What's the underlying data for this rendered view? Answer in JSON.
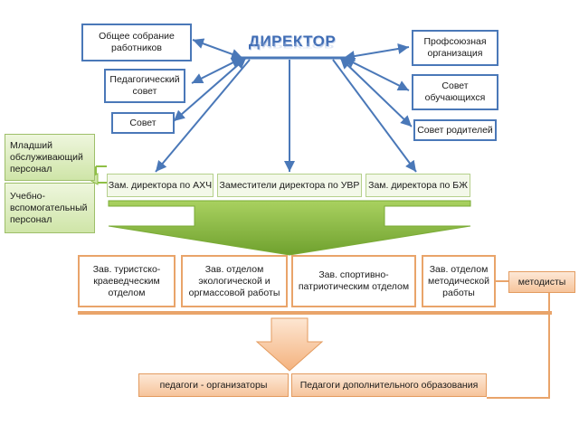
{
  "director": "ДИРЕКТОР",
  "left_boxes": {
    "general_meeting": "Общее собрание работников",
    "pedagogical_council": "Педагогический совет",
    "council": "Совет"
  },
  "right_boxes": {
    "trade_union": "Профсоюзная организация",
    "students_council": "Совет обучающихся",
    "parents_council": "Совет родителей"
  },
  "side_boxes": {
    "junior_staff": "Младший обслуживающий персонал",
    "support_staff": "Учебно-вспомогательный персонал"
  },
  "deputies": {
    "ahch": "Зам. директора по АХЧ",
    "uvr": "Заместители директора по УВР",
    "bzh": "Зам. директора по БЖ"
  },
  "departments": {
    "tourism": "Зав. туристско-краеведческим отделом",
    "ecology": "Зав. отделом экологической и оргмассовой работы",
    "sport": "Зав. спортивно-патриотическим отделом",
    "methodical": "Зав. отделом методической работы",
    "methodists": "методисты"
  },
  "bottom": {
    "organizers": "педагоги - организаторы",
    "additional_edu": "Педагоги дополнительного образования"
  },
  "colors": {
    "blue": "#4a78b8",
    "orange": "#e9a46a",
    "green": "#8fbf45",
    "peach": "#f6c49b"
  }
}
